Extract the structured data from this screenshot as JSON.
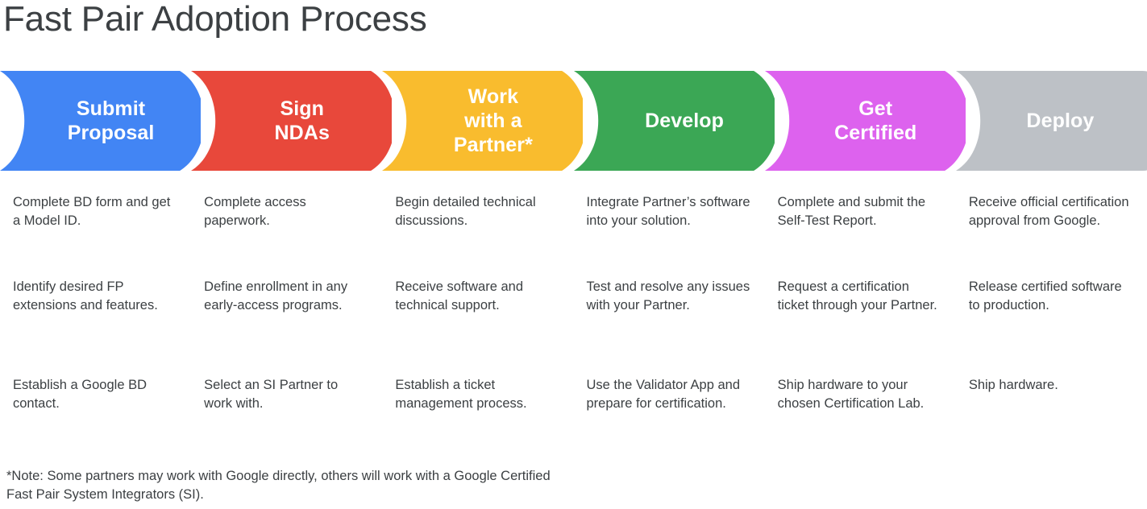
{
  "page_title": "Fast Pair Adoption Process",
  "stages": [
    {
      "key": "submit-proposal",
      "label": "Submit\nProposal",
      "color": "#4285f4",
      "items": [
        "Complete BD form and get a Model ID.",
        "Identify desired FP extensions and features.",
        "Establish a Google BD contact."
      ]
    },
    {
      "key": "sign-ndas",
      "label": "Sign\nNDAs",
      "color": "#e8483b",
      "items": [
        "Complete access paperwork.",
        "Define enrollment in any early-access programs.",
        "Select an SI Partner to work with."
      ]
    },
    {
      "key": "work-with-a-partner",
      "label": "Work\nwith a\nPartner*",
      "color": "#f9bc2e",
      "items": [
        "Begin detailed technical discussions.",
        "Receive software and technical support.",
        "Establish a ticket management process."
      ]
    },
    {
      "key": "develop",
      "label": "Develop",
      "color": "#3ba755",
      "items": [
        "Integrate Partner’s software into your solution.",
        "Test and resolve any issues with your Partner.",
        "Use the Validator App and prepare for certification."
      ]
    },
    {
      "key": "get-certified",
      "label": "Get\nCertified",
      "color": "#dd62ee",
      "items": [
        "Complete and submit the Self-Test Report.",
        "Request a certification ticket through your Partner.",
        "Ship hardware to your chosen Certification Lab."
      ]
    },
    {
      "key": "deploy",
      "label": "Deploy",
      "color": "#bdc1c6",
      "items": [
        "Receive official certification approval from Google.",
        "Release certified software to production.",
        "Ship hardware."
      ]
    }
  ],
  "footnote": "*Note: Some partners may work with Google directly, others will work with a Google Certified Fast Pair System Integrators (SI).",
  "colors": {
    "title_text": "#3c4043",
    "body_text": "#3c4043",
    "chevron_label_text": "#ffffff",
    "background": "#ffffff"
  }
}
